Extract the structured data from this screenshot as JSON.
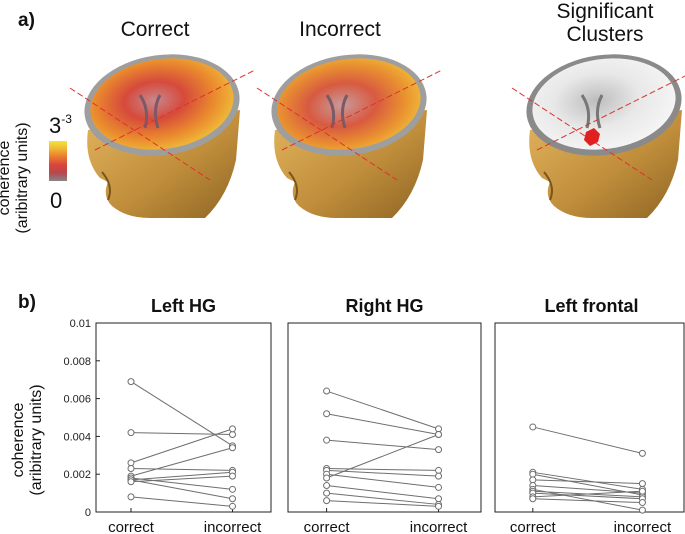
{
  "panel_a": {
    "label": "a)",
    "heads": [
      {
        "title": "Correct"
      },
      {
        "title": "Incorrect"
      },
      {
        "title_line1": "Significant",
        "title_line2": "Clusters"
      }
    ],
    "colorbar": {
      "label_line1": "coherence",
      "label_line2": "(aribitrary units)",
      "max_label": "3",
      "exponent": "-3",
      "min_label": "0",
      "colors": [
        "#f3e53a",
        "#f2b437",
        "#e9792f",
        "#d8453a",
        "#b7474f",
        "#868686"
      ]
    }
  },
  "panel_b": {
    "label": "b)",
    "ylabel_line1": "coherence",
    "ylabel_line2": "(aribitrary units)",
    "line_color": "#6e6e6e"
  },
  "chart_data": [
    {
      "type": "line",
      "title": "Left HG",
      "categories": [
        "correct",
        "incorrect"
      ],
      "ylim": [
        0,
        0.01
      ],
      "yticks": [
        "0",
        "0.002",
        "0.004",
        "0.006",
        "0.008",
        "0.01"
      ],
      "pairs": [
        [
          0.0069,
          0.0035
        ],
        [
          0.0042,
          0.0041
        ],
        [
          0.0026,
          0.0044
        ],
        [
          0.0023,
          0.0022
        ],
        [
          0.0019,
          0.0034
        ],
        [
          0.0018,
          0.0012
        ],
        [
          0.0017,
          0.0021
        ],
        [
          0.0017,
          0.0007
        ],
        [
          0.0016,
          0.0019
        ],
        [
          0.0008,
          0.0003
        ]
      ]
    },
    {
      "type": "line",
      "title": "Right HG",
      "categories": [
        "correct",
        "incorrect"
      ],
      "ylim": [
        0,
        0.01
      ],
      "yticks": [],
      "pairs": [
        [
          0.0064,
          0.0044
        ],
        [
          0.0052,
          0.0041
        ],
        [
          0.0038,
          0.0033
        ],
        [
          0.0023,
          0.0022
        ],
        [
          0.0022,
          0.0019
        ],
        [
          0.002,
          0.0013
        ],
        [
          0.0018,
          0.0041
        ],
        [
          0.0014,
          0.0007
        ],
        [
          0.001,
          0.0004
        ],
        [
          0.0006,
          0.0003
        ]
      ]
    },
    {
      "type": "line",
      "title": "Left frontal",
      "categories": [
        "correct",
        "incorrect"
      ],
      "ylim": [
        0,
        0.01
      ],
      "yticks": [],
      "pairs": [
        [
          0.0045,
          0.0031
        ],
        [
          0.0021,
          0.0012
        ],
        [
          0.002,
          0.0009
        ],
        [
          0.0017,
          0.0015
        ],
        [
          0.0014,
          0.001
        ],
        [
          0.0012,
          0.0001
        ],
        [
          0.0011,
          0.0008
        ],
        [
          0.001,
          0.0007
        ],
        [
          0.0008,
          0.0011
        ],
        [
          0.0007,
          0.0005
        ]
      ]
    }
  ]
}
